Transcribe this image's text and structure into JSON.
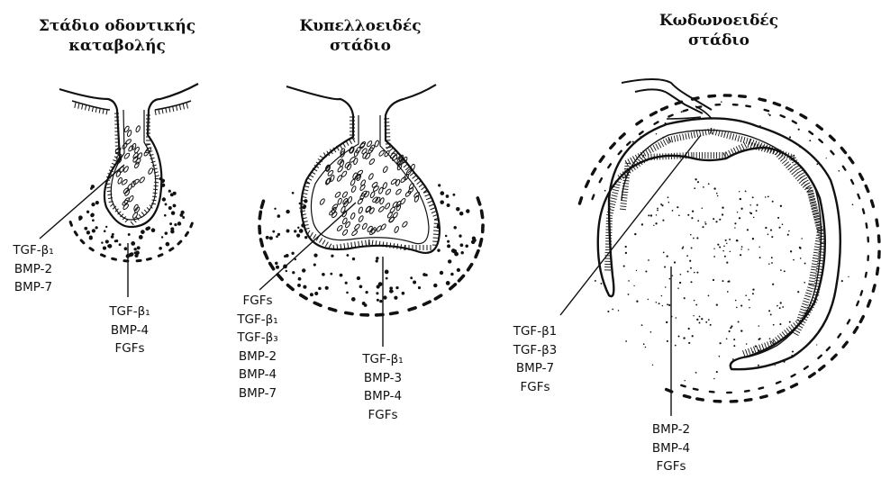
{
  "stages": [
    {
      "title": [
        "Στάδιο οδοντικής",
        "καταβολής"
      ],
      "groups": [
        [
          "TGF-β₁",
          "BMP-2",
          "BMP-7"
        ],
        [
          "TGF-β₁",
          "BMP-4",
          "FGFs"
        ]
      ]
    },
    {
      "title": [
        "Κυπελλοειδές",
        "στάδιο"
      ],
      "groups": [
        [
          "FGFs",
          "TGF-β₁",
          "TGF-β₃",
          "BMP-2",
          "BMP-4",
          "BMP-7"
        ],
        [
          "TGF-β₁",
          "BMP-3",
          "BMP-4",
          "FGFs"
        ]
      ]
    },
    {
      "title": [
        "Κωδωνοειδές",
        "στάδιο"
      ],
      "groups": [
        [
          "TGF-β1",
          "TGF-β3",
          "BMP-7",
          "FGFs"
        ],
        [
          "BMP-2",
          "BMP-4",
          "FGFs"
        ]
      ]
    }
  ]
}
